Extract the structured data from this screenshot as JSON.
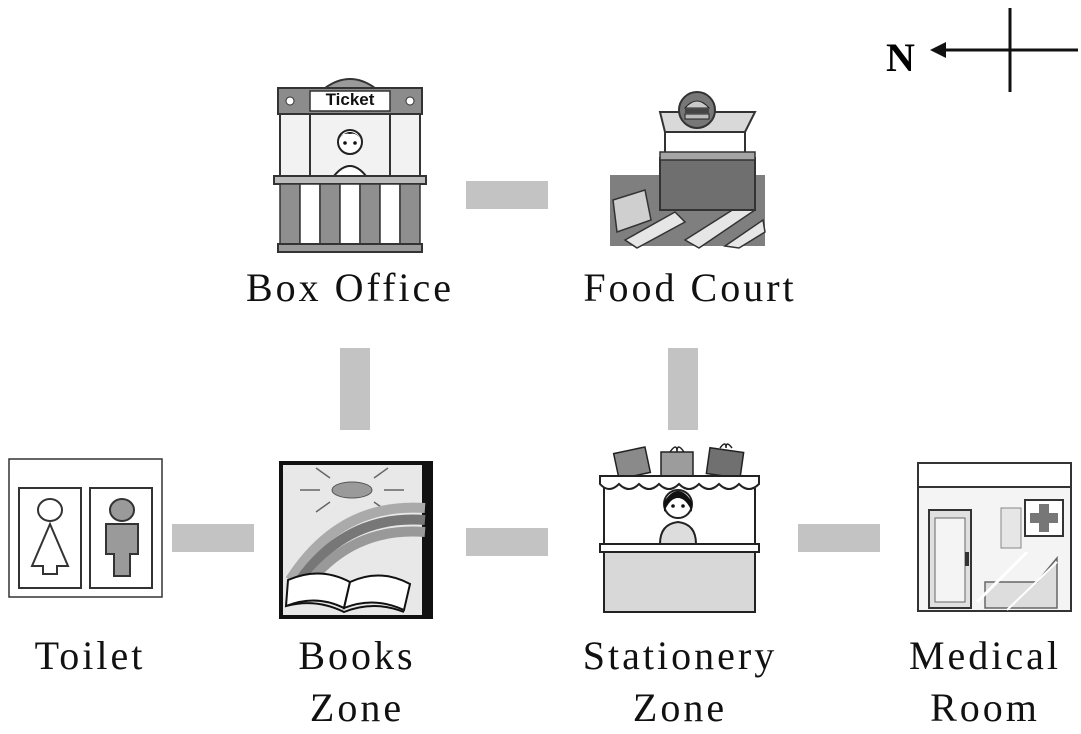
{
  "compass": {
    "label": "N"
  },
  "locations": {
    "box_office": {
      "label": "Box Office",
      "sign": "Ticket"
    },
    "food_court": {
      "label": "Food Court"
    },
    "toilet": {
      "label": "Toilet"
    },
    "books_zone": {
      "label": "Books\nZone"
    },
    "stationery_zone": {
      "label": "Stationery\nZone"
    },
    "medical_room": {
      "label": "Medical\nRoom"
    }
  },
  "colors": {
    "path": "#c3c3c3",
    "ink": "#111111"
  }
}
